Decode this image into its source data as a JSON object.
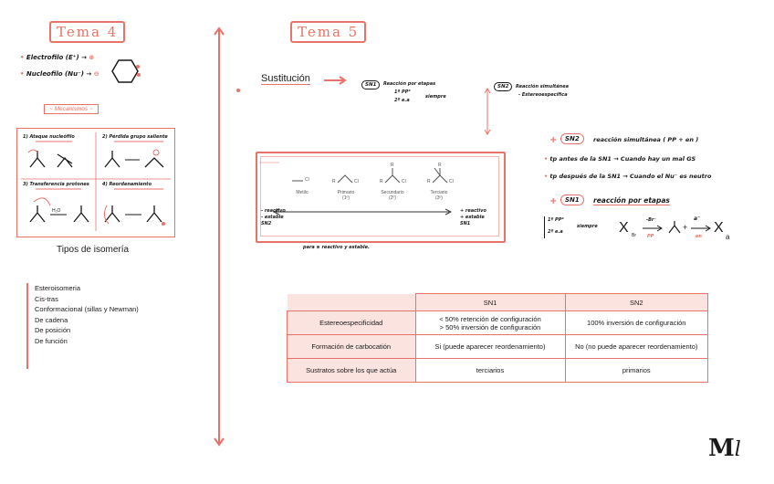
{
  "tema4": {
    "title": "Tema 4",
    "electrofilo": "Electrofilo (E⁺) →",
    "nucleofilo": "Nucleofilo (Nu⁻) →",
    "mecanismos_title": "~ Mecanismos ~",
    "cards": [
      {
        "label": "1) Ataque nucleófilo"
      },
      {
        "label": "2) Pérdida grupo saliente"
      },
      {
        "label": "3) Transferencia protones"
      },
      {
        "label": "4) Reordenamiento"
      }
    ],
    "hoh_label": "H₂O",
    "tipos_title": "Tipos de isomería",
    "isomeria": [
      "Esteroisomeria",
      "Cis-tras",
      "Conformacional (sillas y Newman)",
      "De cadena",
      "De posición",
      "De función"
    ]
  },
  "tema5": {
    "title": "Tema 5",
    "sustitucion": "Sustitución",
    "sn1_badge": "SN1",
    "sn1_line1": "Reacción por etapas",
    "sn1_line2": "1º PP²",
    "sn1_line3": "2º e.a",
    "sn1_siempre": "siempre",
    "sn2_badge": "SN2",
    "sn2_line1": "Reacción simultánea",
    "sn2_line2": "- Estereoespecífica",
    "right_sn2_text": "reacción simultánea ( PP + en )",
    "bullet1": "tp antes de la SN1 → Cuando hay un mal GS",
    "bullet2": "tp después de la SN1 → Cuando el Nu⁻ es neutro",
    "right_sn1_text": "reacción por etapas",
    "pp_label": "1º PP²",
    "ea_label": "2º e.a",
    "siempre": "siempre",
    "scheme": {
      "x": "X",
      "br": "Br",
      "minus_br": "-Br⁻",
      "pp": "PP",
      "plus": "+",
      "a": "a⁻",
      "en": "en",
      "xa": "X",
      "xa_sub": "a"
    },
    "carbocation_box": {
      "cols": [
        {
          "name": "Metilo",
          "deg": ""
        },
        {
          "name": "Primario",
          "deg": "(1º)"
        },
        {
          "name": "Secundario",
          "deg": "(2º)"
        },
        {
          "name": "Terciario",
          "deg": "(3º)"
        }
      ],
      "cl": "Cl",
      "r": "R",
      "left_label": [
        "- reactivo",
        "- estable",
        "SN2"
      ],
      "right_label": [
        "+ reactivo",
        "+ estable",
        "SN1"
      ]
    },
    "note_below": "para ⊕ reactivo y estable."
  },
  "table": {
    "headers": [
      "",
      "SN1",
      "SN2"
    ],
    "rows": [
      {
        "label": "Estereoespecificidad",
        "sn1": [
          "< 50% retención de configuración",
          "> 50% inversión de configuración"
        ],
        "sn2": "100% inversión de configuración"
      },
      {
        "label": "Formación de carbocatión",
        "sn1": [
          "Si (puede aparecer reordenamiento)"
        ],
        "sn2": "No (no puede aparecer reordenamiento)"
      },
      {
        "label": "Sustratos sobre los que actúa",
        "sn1": [
          "terciarios"
        ],
        "sn2": "primarios"
      }
    ]
  },
  "logo": "M",
  "colors": {
    "accent": "#e8736a",
    "accent_light": "#fbe3e0"
  }
}
